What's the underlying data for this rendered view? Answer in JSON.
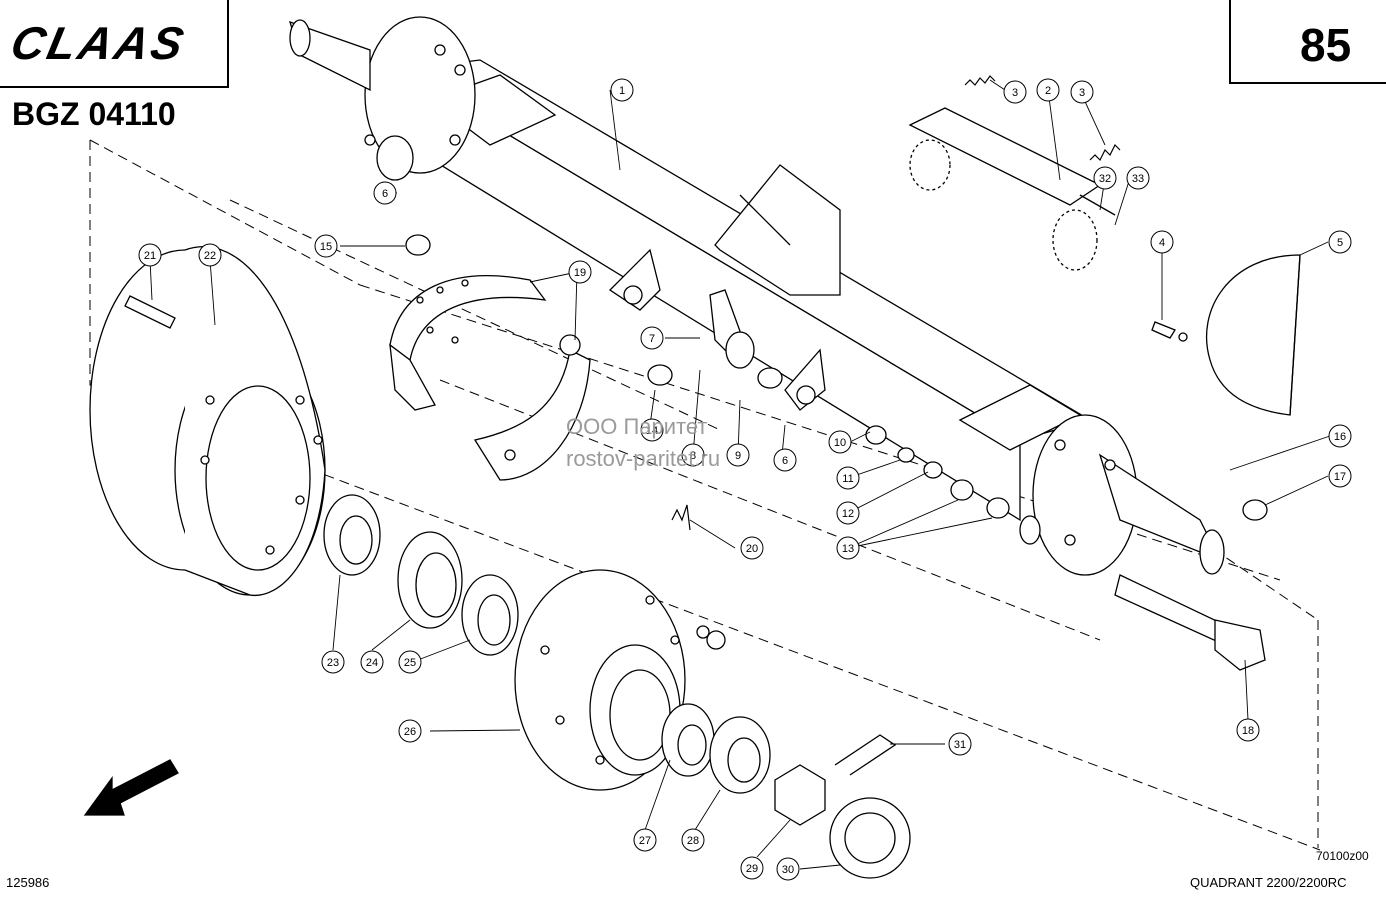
{
  "header": {
    "brand": "CLAAS",
    "page_number": "85",
    "doc_code": "BGZ 04110"
  },
  "footer": {
    "drawing_id": "70100z00",
    "part_number": "125986",
    "model": "QUADRANT 2200/2200RC"
  },
  "watermark": {
    "line1": "ООО Паритет",
    "line2": "rostov-paritet.ru"
  },
  "callouts": [
    {
      "n": "1"
    },
    {
      "n": "2"
    },
    {
      "n": "3"
    },
    {
      "n": "3"
    },
    {
      "n": "4"
    },
    {
      "n": "5"
    },
    {
      "n": "6"
    },
    {
      "n": "6"
    },
    {
      "n": "7"
    },
    {
      "n": "8"
    },
    {
      "n": "9"
    },
    {
      "n": "10"
    },
    {
      "n": "11"
    },
    {
      "n": "12"
    },
    {
      "n": "13"
    },
    {
      "n": "14"
    },
    {
      "n": "15"
    },
    {
      "n": "16"
    },
    {
      "n": "17"
    },
    {
      "n": "18"
    },
    {
      "n": "19"
    },
    {
      "n": "20"
    },
    {
      "n": "21"
    },
    {
      "n": "22"
    },
    {
      "n": "23"
    },
    {
      "n": "24"
    },
    {
      "n": "25"
    },
    {
      "n": "26"
    },
    {
      "n": "27"
    },
    {
      "n": "28"
    },
    {
      "n": "29"
    },
    {
      "n": "30"
    },
    {
      "n": "31"
    },
    {
      "n": "32"
    },
    {
      "n": "33"
    }
  ]
}
